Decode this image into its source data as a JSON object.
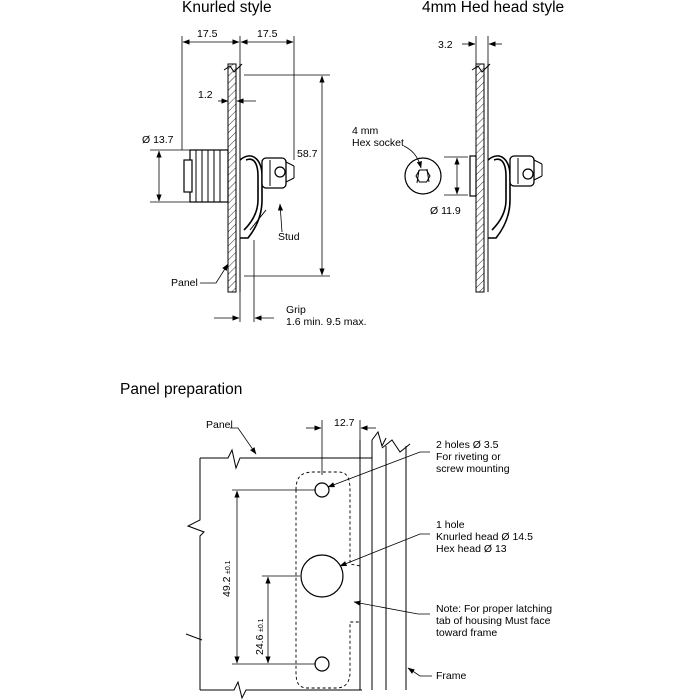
{
  "titles": {
    "knurled": "Knurled style",
    "hex": "4mm Hed head style",
    "panel_prep": "Panel preparation"
  },
  "knurled": {
    "dim_17_5_left": "17.5",
    "dim_17_5_right": "17.5",
    "dim_1_2": "1.2",
    "dim_diameter": "Ø 13.7",
    "dim_height": "58.7",
    "stud": "Stud",
    "panel": "Panel",
    "grip_label": "Grip",
    "grip_range": "1.6 min. 9.5 max."
  },
  "hex": {
    "dim_3_2": "3.2",
    "socket_line1": "4 mm",
    "socket_line2": "Hex socket",
    "dim_diameter": "Ø 11.9"
  },
  "panel_prep": {
    "panel": "Panel",
    "dim_12_7": "12.7",
    "holes_line1": "2 holes Ø 3.5",
    "holes_line2": "For riveting or",
    "holes_line3": "screw mounting",
    "hole_line1": "1 hole",
    "hole_line2": "Knurled head Ø 14.5",
    "hole_line3": "Hex head Ø 13",
    "note_line1": "Note: For proper latching",
    "note_line2": "tab of housing Must face",
    "note_line3": "toward frame",
    "frame": "Frame",
    "dim_49_2": "49.2",
    "dim_24_6": "24.6",
    "tolerance": "±0.1"
  }
}
